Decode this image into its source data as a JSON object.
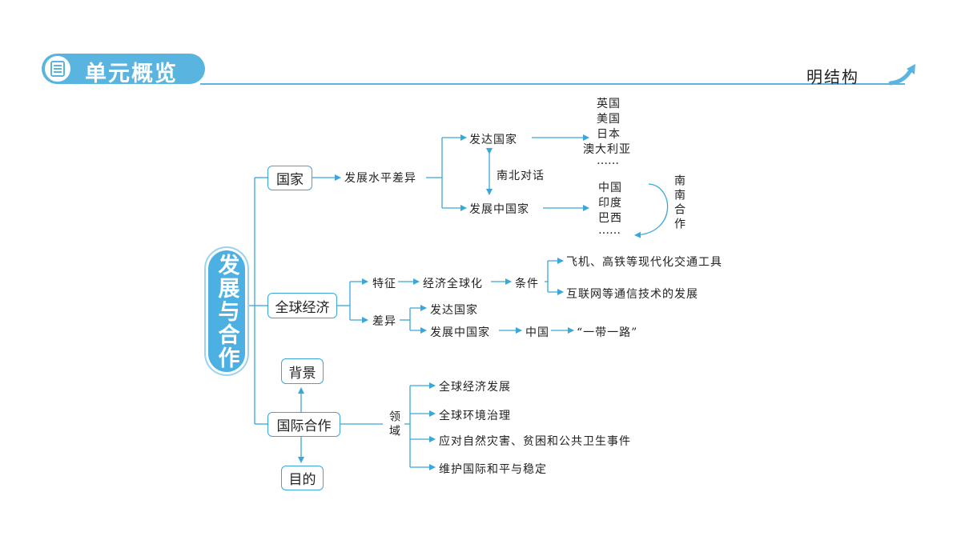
{
  "header": {
    "title": "单元概览",
    "right_label": "明结构"
  },
  "colors": {
    "accent": "#3aa7d8",
    "header_fill": "#59b4df",
    "root_fill": "#4db0e2"
  },
  "root": {
    "label": "发展与合作"
  },
  "branch_country": {
    "label": "国家",
    "sub": "发展水平差异",
    "developed": {
      "label": "发达国家",
      "examples": [
        "英国",
        "美国",
        "日本",
        "澳大利亚",
        "……"
      ]
    },
    "dialogue": "南北对话",
    "developing": {
      "label": "发展中国家",
      "examples": [
        "中国",
        "印度",
        "巴西",
        "……"
      ]
    },
    "south_south": "南南合作"
  },
  "branch_economy": {
    "label": "全球经济",
    "feature": "特征",
    "globalization": "经济全球化",
    "condition": "条件",
    "conditions": [
      "飞机、高铁等现代化交通工具",
      "互联网等通信技术的发展"
    ],
    "difference": "差异",
    "developed": "发达国家",
    "developing": "发展中国家",
    "china": "中国",
    "belt_road": "“一带一路”"
  },
  "branch_cooperation": {
    "label": "国际合作",
    "background": "背景",
    "purpose": "目的",
    "field": "领域",
    "fields": [
      "全球经济发展",
      "全球环境治理",
      "应对自然灾害、贫困和公共卫生事件",
      "维护国际和平与稳定"
    ]
  }
}
